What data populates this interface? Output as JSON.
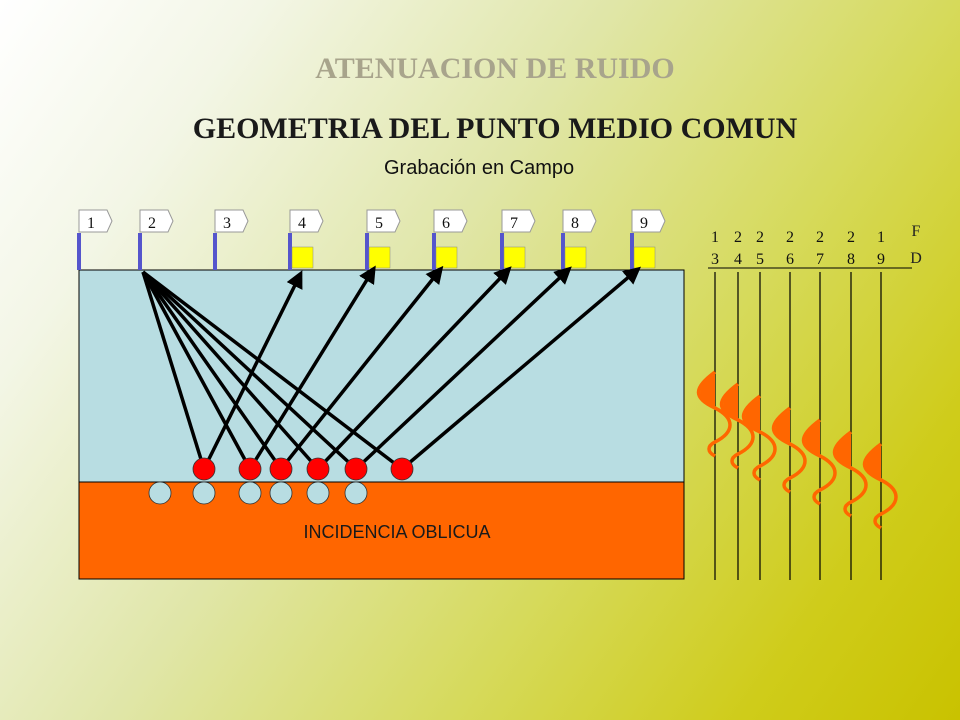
{
  "title": "ATENUACION DE RUIDO",
  "subtitle": "GEOMETRIA DEL PUNTO MEDIO COMUN",
  "caption": "Grabación en Campo",
  "layer_label": "INCIDENCIA  OBLICUA",
  "stations": [
    "1",
    "2",
    "3",
    "4",
    "5",
    "6",
    "7",
    "8",
    "9"
  ],
  "receiver_stations": [
    "4",
    "5",
    "6",
    "7",
    "8",
    "9"
  ],
  "trace_top_labels": [
    "1",
    "2",
    "2",
    "2",
    "2",
    "2",
    "1"
  ],
  "trace_bottom_labels": [
    "3",
    "4",
    "5",
    "6",
    "7",
    "8",
    "9"
  ],
  "fd_label_top": "F",
  "fd_label_bottom": "D",
  "colors": {
    "upper_layer": "#b8dde2",
    "lower_layer": "#ff6600",
    "reflection_point": "#ff0000",
    "midpoint": "#b8dde2",
    "receiver": "#ffff00",
    "flag_pole": "#5555cc",
    "wavelet_fill": "#ff6600"
  }
}
